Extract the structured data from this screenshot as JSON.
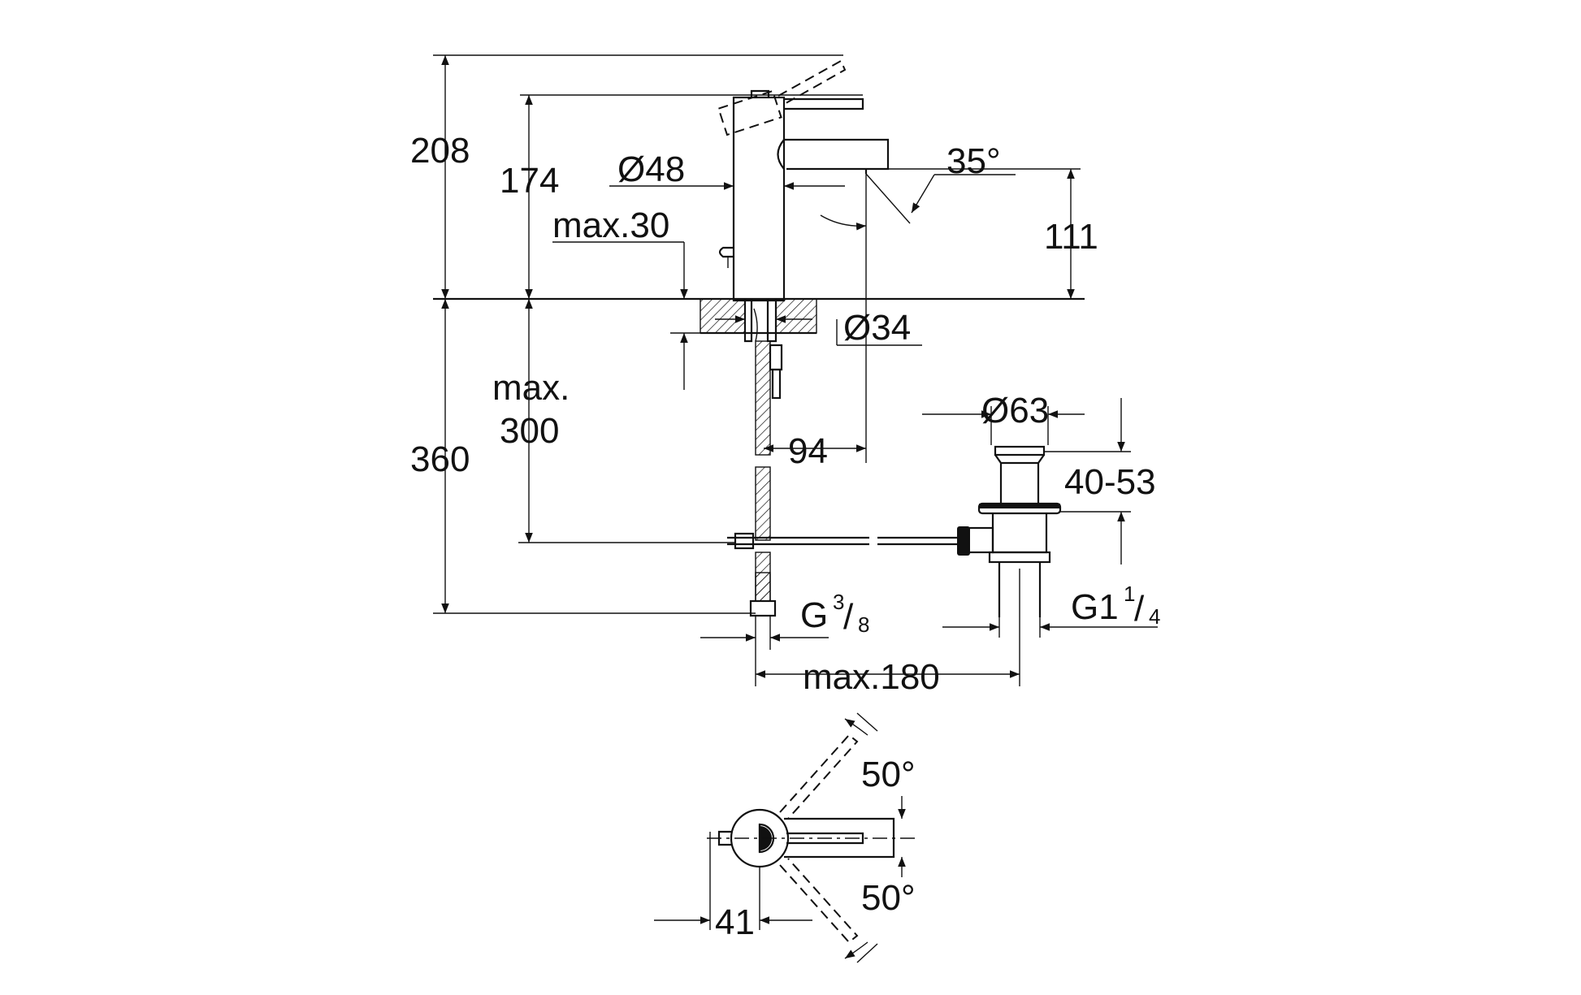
{
  "dimensions": {
    "total_height": "208",
    "spout_height": "174",
    "body_diameter": "Ø48",
    "deck_thickness": "max.30",
    "spout_angle": "35°",
    "outlet_height": "111",
    "hole_diameter": "Ø34",
    "below_deck_max": "max.",
    "below_deck_max_value": "300",
    "hose_length": "360",
    "projection": "94",
    "waste_diameter": "Ø63",
    "waste_range": "40-53",
    "connection_main": "G",
    "connection_sup": "3",
    "connection_sub": "8",
    "waste_thread_main": "G1",
    "waste_thread_sup": "1",
    "waste_thread_sub": "4",
    "rod_max": "max.180",
    "lever_angle_top": "50°",
    "lever_angle_bottom": "50°",
    "plan_offset": "41"
  }
}
